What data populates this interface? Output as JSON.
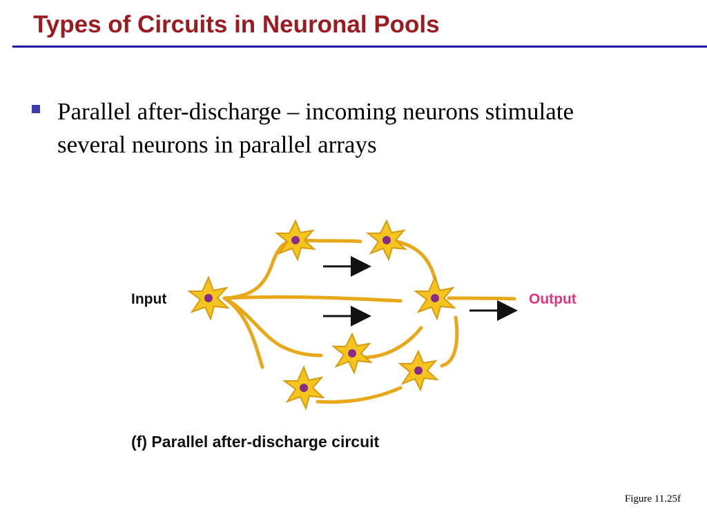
{
  "slide": {
    "title": "Types of Circuits in Neuronal Pools",
    "bullet": "Parallel after-discharge – incoming neurons stimulate several neurons in parallel arrays"
  },
  "diagram": {
    "input_label": "Input",
    "output_label": "Output",
    "caption": "(f) Parallel after-discharge circuit",
    "colors": {
      "neuron_body": "#f3c51e",
      "neuron_outline": "#d89a10",
      "axon": "#e8a81a",
      "nucleus": "#8a2a8a",
      "arrow": "#111111",
      "output_label": "#e0357e",
      "title": "#9b1c20",
      "rule": "#1a1aa8"
    }
  },
  "footer": {
    "figure_credit": "Figure 11.25f"
  }
}
